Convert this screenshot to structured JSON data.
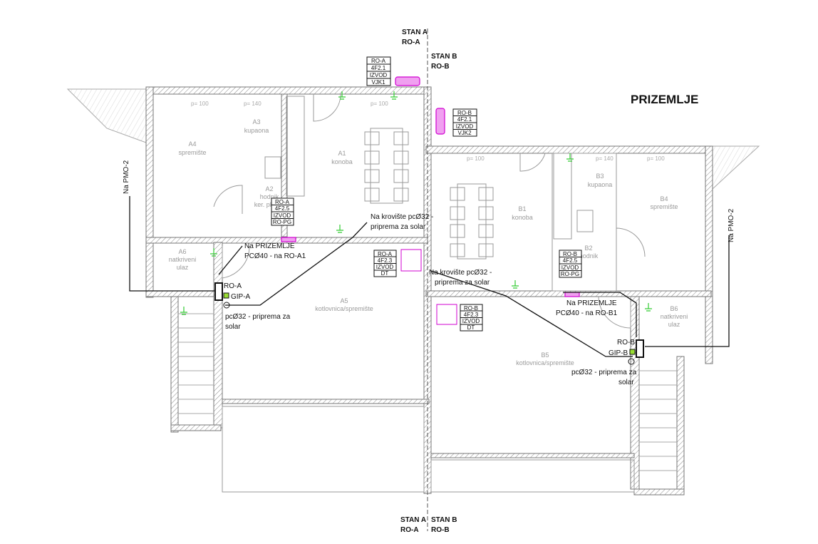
{
  "title": "PRIZEMLJE",
  "axis_labels": {
    "top_a": [
      "STAN A",
      "RO-A"
    ],
    "top_b": [
      "STAN B",
      "RO-B"
    ],
    "bottom_a": [
      "STAN A",
      "RO-A"
    ],
    "bottom_b": [
      "STAN B",
      "RO-B"
    ]
  },
  "rooms": {
    "A1": [
      "A1",
      "konoba"
    ],
    "A2": [
      "A2",
      "hodnik",
      "ker. pl."
    ],
    "A3": [
      "A3",
      "kupaona"
    ],
    "A4": [
      "A4",
      "spremište"
    ],
    "A5": [
      "A5",
      "kotlovnica/spremište"
    ],
    "A6": [
      "A6",
      "natkriveni",
      "ulaz"
    ],
    "B1": [
      "B1",
      "konoba"
    ],
    "B2": [
      "B2",
      "hodnik"
    ],
    "B3": [
      "B3",
      "kupaona"
    ],
    "B4": [
      "B4",
      "spremište"
    ],
    "B5": [
      "B5",
      "kotlovnica/spremište"
    ],
    "B6": [
      "B6",
      "natkriveni",
      "ulaz"
    ]
  },
  "parapets": {
    "p100": "p= 100",
    "p140": "p= 140"
  },
  "circuit_boxes": {
    "vjk1": [
      "RO-A",
      "4F2.1",
      "IZVOD",
      "VJK1"
    ],
    "vjk2": [
      "RO-B",
      "4F2.1",
      "IZVOD",
      "VJK2"
    ],
    "ro_pg_a": [
      "RO-A",
      "4F2.5",
      "IZVOD",
      "RO-PG"
    ],
    "ro_pg_b": [
      "RO-B",
      "4F2.5",
      "IZVOD",
      "RO-PG"
    ],
    "dt_a": [
      "RO-A",
      "4F2.3",
      "IZVOD",
      "DT"
    ],
    "dt_b": [
      "RO-B",
      "4F2.3",
      "IZVOD",
      "DT"
    ]
  },
  "annotations": {
    "pmo_left": "Na PMO-2",
    "pmo_right": "Na PMO-2",
    "krov_a": [
      "Na krovište pcØ32 -",
      "priprema za solar"
    ],
    "krov_b": [
      "Na krovište pcØ32 -",
      "priprema za solar"
    ],
    "prizemlje_a": [
      "Na PRIZEMLJE",
      "PCØ40 - na RO-A1"
    ],
    "prizemlje_b": [
      "Na PRIZEMLJE",
      "PCØ40 - na RO-B1"
    ],
    "ro_a": "RO-A",
    "gip_a": "GIP-A",
    "ro_b": "RO-B",
    "gip_b": "GIP-B",
    "solar_a": [
      "pcØ32 - priprema za",
      "solar"
    ],
    "solar_b": [
      "pcØ32 - priprema za",
      "solar"
    ]
  },
  "colors": {
    "radiator": "#d000d0",
    "ground": "#33cc33",
    "gip": "#99dd33"
  }
}
